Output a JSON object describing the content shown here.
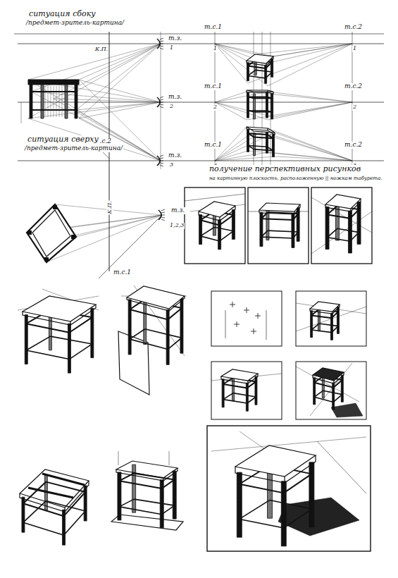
{
  "diagram": {
    "labels": [
      "ситуация сбоку",
      "/предмет-зритель-картина/",
      "К.П.",
      "т.з.",
      "1",
      "т.з.",
      "2",
      "т.з.",
      "3",
      "т.с.1",
      "1",
      "т.с.2",
      "1",
      "т.с.1",
      "2",
      "т.с.2",
      "2",
      "т.с.1",
      "3",
      "т.с.2",
      "3",
      "т.с.2",
      "ситуация сверху",
      "/предмет-зритель-картина/",
      "К.П.",
      "т.з.",
      "1,2,3",
      "т.с.1",
      "получение перспективных рисунков",
      "на картинную плоскость, расположенную || ножкам табурета."
    ]
  }
}
